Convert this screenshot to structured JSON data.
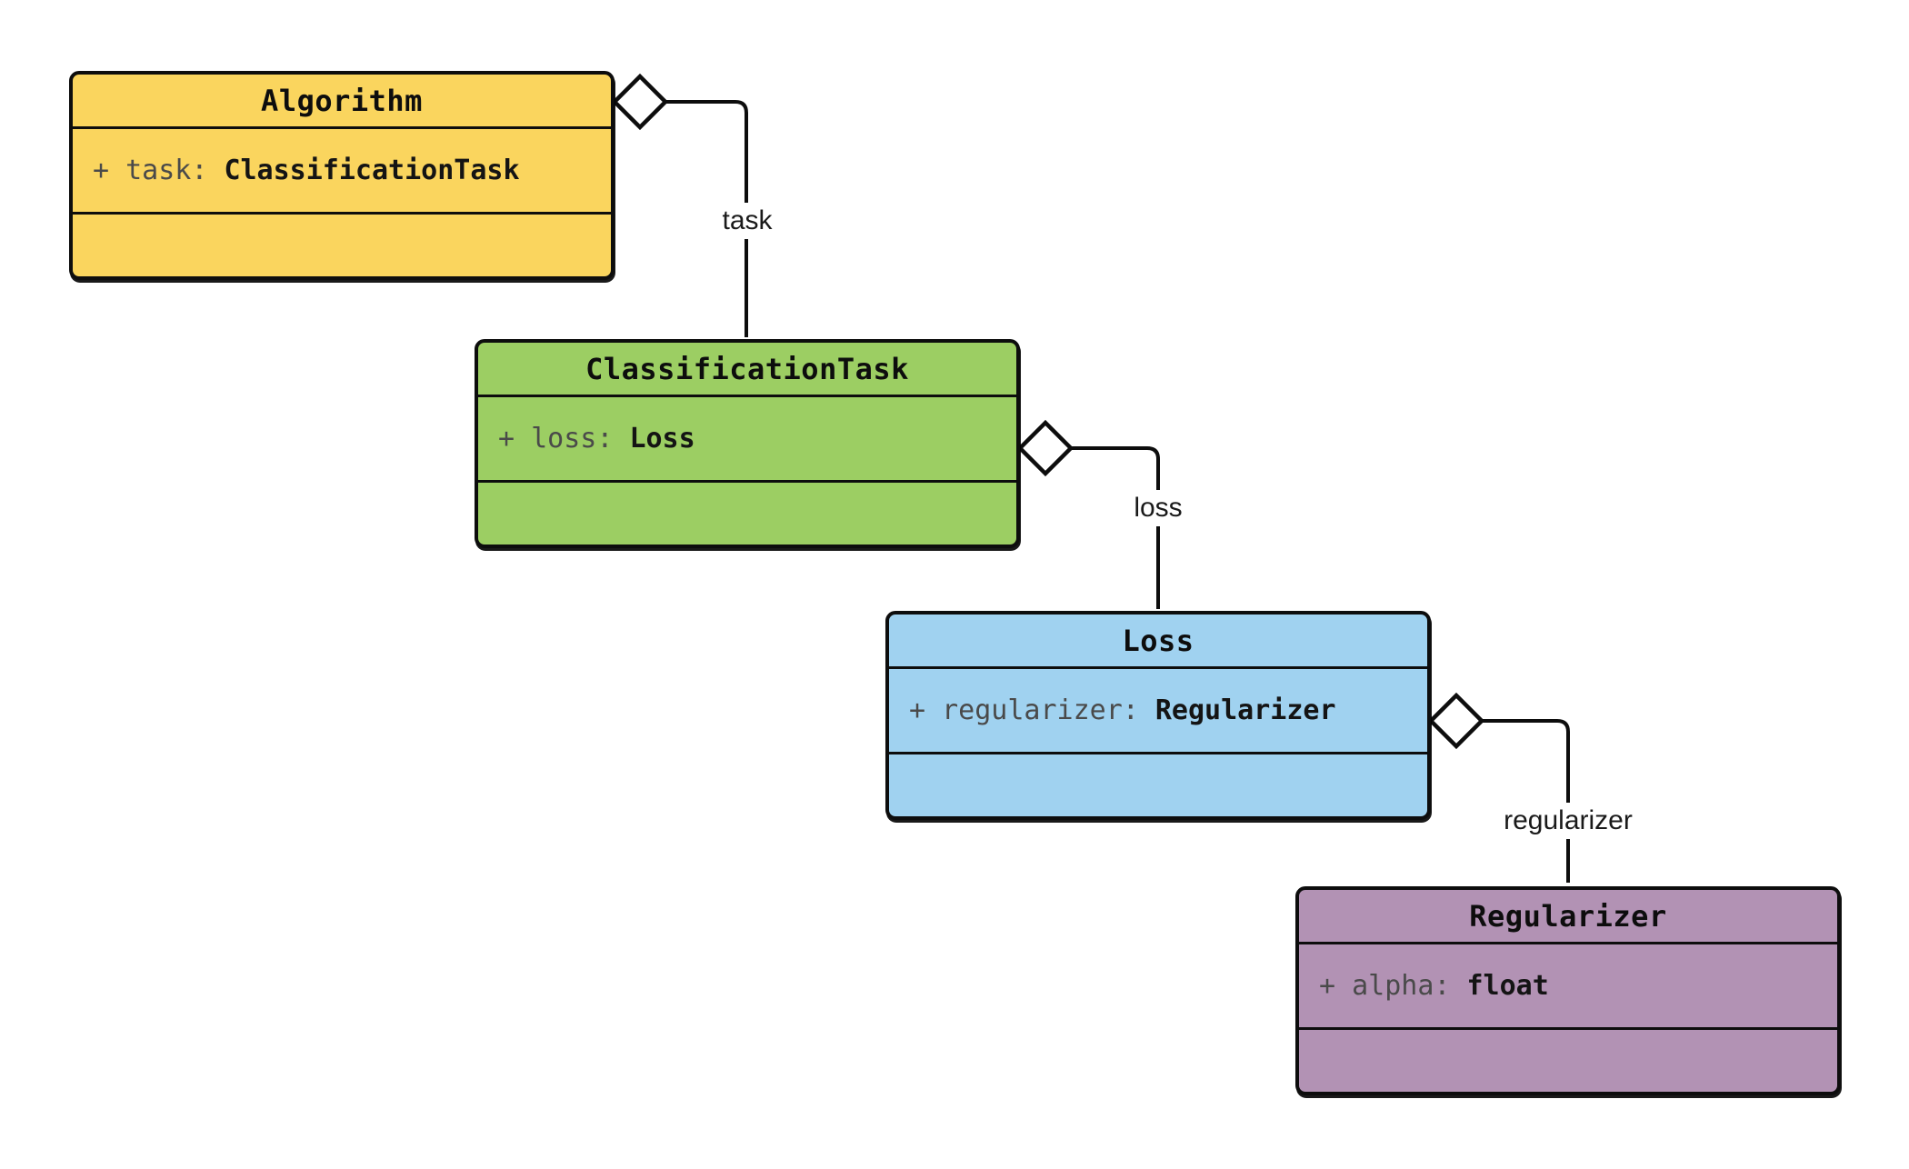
{
  "diagram": {
    "kind": "uml-class-diagram",
    "background": "#ffffff",
    "stroke_color": "#0d0d0d",
    "diamond_fill": "#ffffff",
    "classes": [
      {
        "name": "Algorithm",
        "fill": "#FAD55E",
        "attributes": [
          {
            "prefix": "+ task:",
            "type": "ClassificationTask"
          }
        ]
      },
      {
        "name": "ClassificationTask",
        "fill": "#9CCE63",
        "attributes": [
          {
            "prefix": "+ loss:",
            "type": "Loss"
          }
        ]
      },
      {
        "name": "Loss",
        "fill": "#A0D2F0",
        "attributes": [
          {
            "prefix": "+ regularizer:",
            "type": "Regularizer"
          }
        ]
      },
      {
        "name": "Regularizer",
        "fill": "#B292B4",
        "attributes": [
          {
            "prefix": "+ alpha:",
            "type": "float"
          }
        ]
      }
    ],
    "relations": [
      {
        "label": "task",
        "from": "Algorithm",
        "to": "ClassificationTask",
        "kind": "aggregation"
      },
      {
        "label": "loss",
        "from": "ClassificationTask",
        "to": "Loss",
        "kind": "aggregation"
      },
      {
        "label": "regularizer",
        "from": "Loss",
        "to": "Regularizer",
        "kind": "aggregation"
      }
    ]
  }
}
